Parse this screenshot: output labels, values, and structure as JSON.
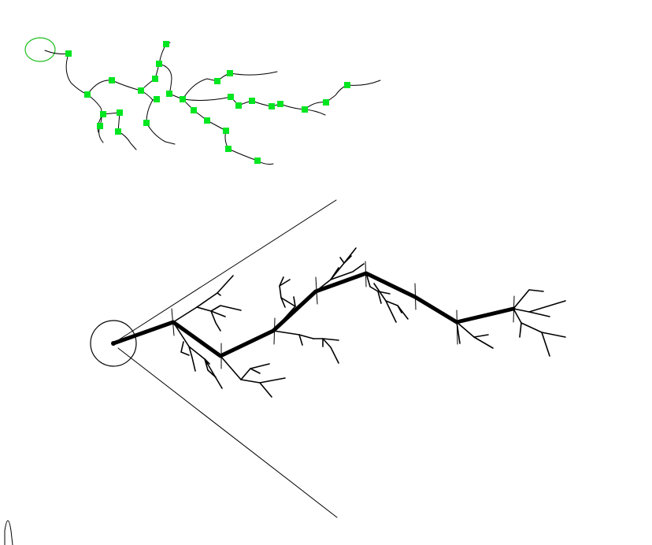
{
  "colors": {
    "background": "#ffffff",
    "miniature_node": "#00e620",
    "miniature_stroke": "#000000",
    "miniature_ring": "#1fbf1f",
    "main_stroke": "#000000"
  },
  "figures": [
    {
      "name": "miniature-tree",
      "node_count": 33,
      "style": "green square nodes on thin curved branches, ring at root"
    },
    {
      "name": "main-tree",
      "style": "thick black spine with thin side branches, circle at root, two guide lines fanning to the right"
    }
  ]
}
